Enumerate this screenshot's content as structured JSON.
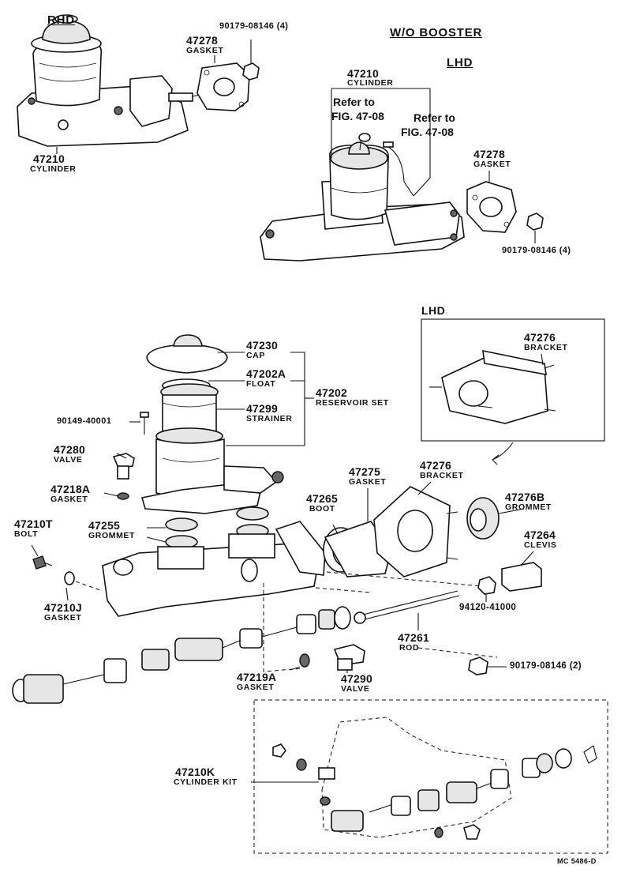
{
  "headings": {
    "rhd": "RHD",
    "wo_booster": "W/O BOOSTER",
    "lhd_top": "LHD",
    "lhd_inset": "LHD"
  },
  "refs": {
    "ref1_line1": "Refer to",
    "ref1_line2": "FIG. 47-08",
    "ref2_line1": "Refer to",
    "ref2_line2": "FIG. 47-08"
  },
  "labels": {
    "rhd_bolt_no": "90179-08146 (4)",
    "rhd_gasket_no": "47278",
    "rhd_gasket_name": "GASKET",
    "rhd_cyl_no": "47210",
    "rhd_cyl_name": "CYLINDER",
    "lhd_cyl_no": "47210",
    "lhd_cyl_name": "CYLINDER",
    "lhd_gasket_no": "47278",
    "lhd_gasket_name": "GASKET",
    "lhd_bolt_no": "90179-08146 (4)",
    "cap_no": "47230",
    "cap_name": "CAP",
    "float_no": "47202A",
    "float_name": "FLOAT",
    "res_set_no": "47202",
    "res_set_name": "RESERVOIR SET",
    "strainer_no": "47299",
    "strainer_name": "STRAINER",
    "screw_no": "90149-40001",
    "valve_no": "47280",
    "valve_name": "VALVE",
    "gasket_a_no": "47218A",
    "gasket_a_name": "GASKET",
    "bolt_no": "47210T",
    "bolt_name": "BOLT",
    "grommet_no": "47255",
    "grommet_name": "GROMMET",
    "gasket_j_no": "47210J",
    "gasket_j_name": "GASKET",
    "boot_no": "47265",
    "boot_name": "BOOT",
    "gasket_75_no": "47275",
    "gasket_75_name": "GASKET",
    "bracket_76_no": "47276",
    "bracket_76_name": "BRACKET",
    "grommet_b_no": "47276B",
    "grommet_b_name": "GROMMET",
    "clevis_no": "47264",
    "clevis_name": "CLEVIS",
    "nut_no": "94120-41000",
    "rod_no": "47261",
    "rod_name": "ROD",
    "bolt2_no": "90179-08146 (2)",
    "valve90_no": "47290",
    "valve90_name": "VALVE",
    "gasket_19_no": "47219A",
    "gasket_19_name": "GASKET",
    "inset_bracket_no": "47276",
    "inset_bracket_name": "BRACKET",
    "kit_no": "47210K",
    "kit_name": "CYLINDER KIT",
    "mc_code": "MC 5486-D"
  }
}
